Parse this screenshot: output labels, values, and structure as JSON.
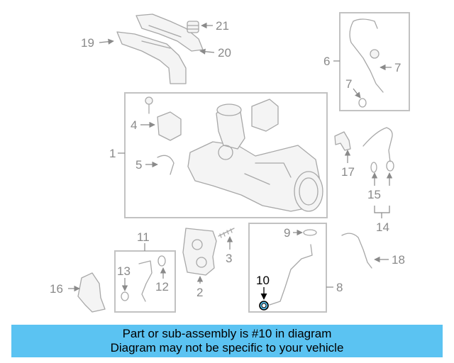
{
  "callouts": {
    "c1": "1",
    "c2": "2",
    "c3": "3",
    "c4": "4",
    "c5": "5",
    "c6": "6",
    "c7a": "7",
    "c7b": "7",
    "c8": "8",
    "c9": "9",
    "c10": "10",
    "c11": "11",
    "c12": "12",
    "c13": "13",
    "c14": "14",
    "c15": "15",
    "c16": "16",
    "c17": "17",
    "c18": "18",
    "c19": "19",
    "c20": "20",
    "c21": "21"
  },
  "highlight_color": "#5bc3f2",
  "banner": {
    "line1": "Part or sub-assembly is #10 in diagram",
    "line2": "Diagram may not be specific to your vehicle"
  }
}
